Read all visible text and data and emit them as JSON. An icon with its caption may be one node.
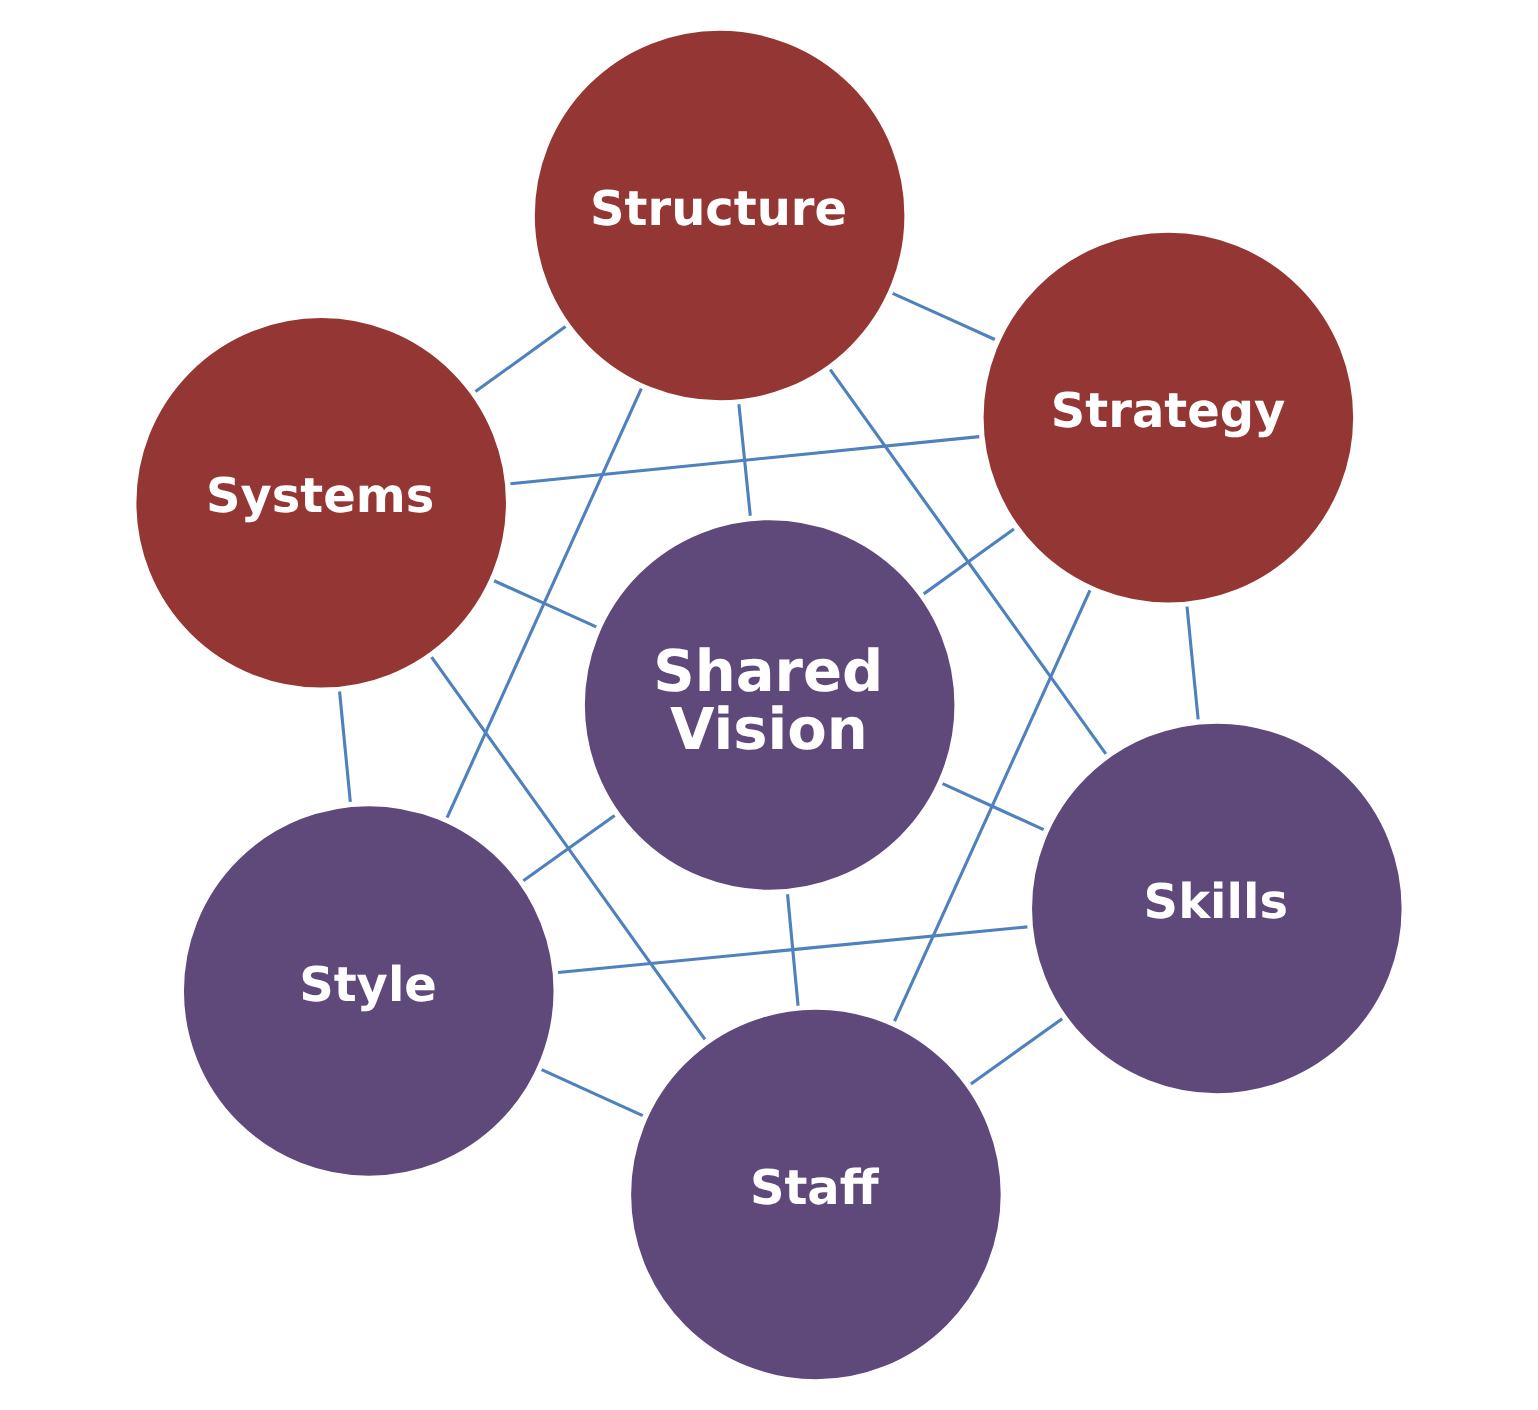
{
  "diagram": {
    "nodes": [
      {
        "text": [
          "Structure"
        ]
      },
      {
        "text": [
          "Strategy"
        ]
      },
      {
        "text": [
          "Systems"
        ]
      },
      {
        "text": [
          "Shared Vision"
        ]
      },
      {
        "text": [
          "Skills"
        ]
      },
      {
        "text": [
          "Style"
        ]
      },
      {
        "text": [
          "Staff"
        ]
      }
    ],
    "edges": [
      {
        "from": 0,
        "to": 2,
        "arrow": "none"
      },
      {
        "from": 2,
        "to": 5,
        "arrow": "none"
      },
      {
        "from": 5,
        "to": 6,
        "arrow": "none"
      },
      {
        "from": 6,
        "to": 4,
        "arrow": "none"
      },
      {
        "from": 4,
        "to": 1,
        "arrow": "none"
      },
      {
        "from": 1,
        "to": 0,
        "arrow": "none"
      },
      {
        "from": 1,
        "to": 2,
        "arrow": "none"
      },
      {
        "from": 2,
        "to": 6,
        "arrow": "none"
      },
      {
        "from": 6,
        "to": 1,
        "arrow": "none"
      },
      {
        "from": 0,
        "to": 5,
        "arrow": "none"
      },
      {
        "from": 5,
        "to": 4,
        "arrow": "none"
      },
      {
        "from": 4,
        "to": 0,
        "arrow": "none"
      },
      {
        "from": 3,
        "to": 0,
        "arrow": "none"
      },
      {
        "from": 3,
        "to": 1,
        "arrow": "none"
      },
      {
        "from": 3,
        "to": 2,
        "arrow": "none"
      },
      {
        "from": 3,
        "to": 4,
        "arrow": "none"
      },
      {
        "from": 3,
        "to": 5,
        "arrow": "none"
      },
      {
        "from": 3,
        "to": 6,
        "arrow": "none"
      }
    ]
  }
}
